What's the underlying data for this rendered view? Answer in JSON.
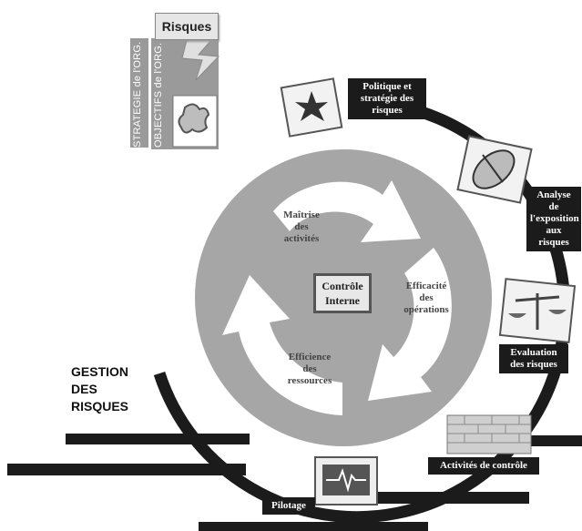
{
  "risques_label": "Risques",
  "strategie_label": "STRATEGIE de l'ORG.",
  "objectifs_label": "OBJECTIFS de l'ORG.",
  "gestion_lines": [
    "GESTION",
    "DES",
    "RISQUES"
  ],
  "center_label_lines": [
    "Contrôle",
    "Interne"
  ],
  "segments": [
    {
      "lines": [
        "Maîtrise",
        "des",
        "activités"
      ]
    },
    {
      "lines": [
        "Efficacité",
        "des",
        "opérations"
      ]
    },
    {
      "lines": [
        "Efficience",
        "des",
        "ressources"
      ]
    }
  ],
  "steps": [
    {
      "lines": [
        "Politique et",
        "stratégie des",
        "risques"
      ]
    },
    {
      "lines": [
        "Analyse",
        "de",
        "l'exposition",
        "aux risques"
      ]
    },
    {
      "lines": [
        "Evaluation",
        "des risques"
      ]
    },
    {
      "lines": [
        "Activités de contrôle"
      ]
    },
    {
      "lines": [
        "Pilotage"
      ]
    }
  ],
  "colors": {
    "dark": "#1b1b1b",
    "circle": "#a6a6a6",
    "gray_bar": "#9a9a9a"
  }
}
